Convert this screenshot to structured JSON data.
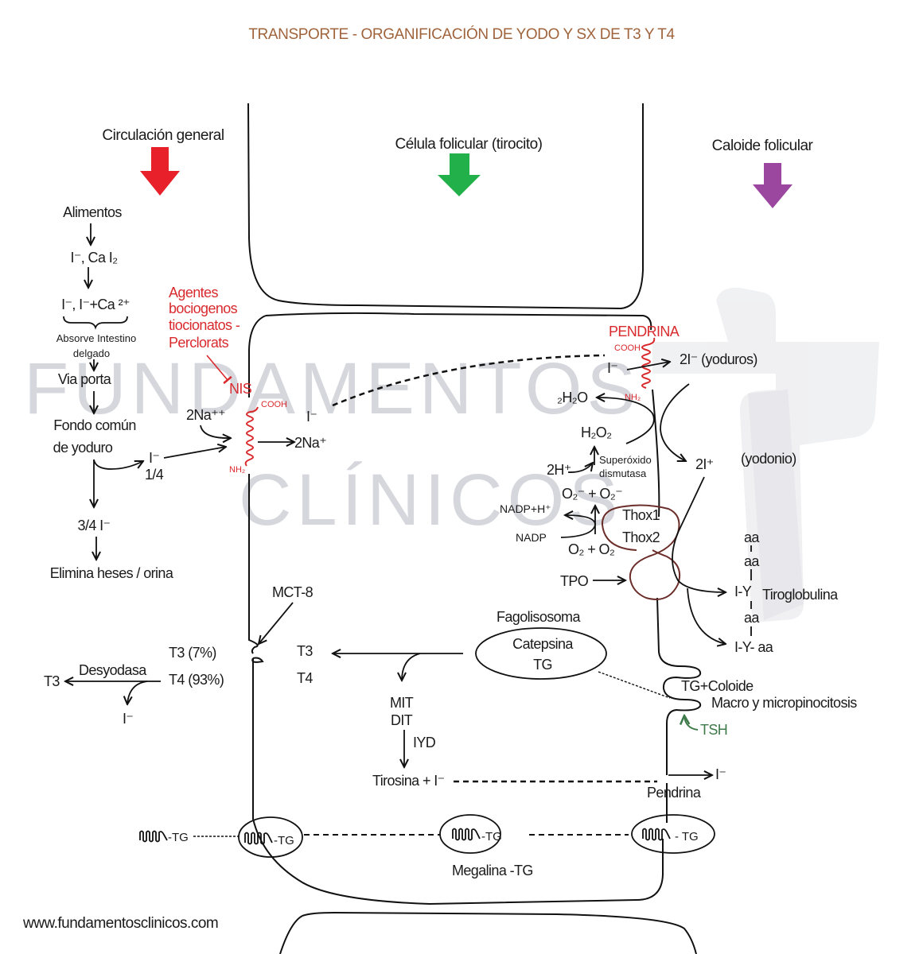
{
  "title": "TRANSPORTE - ORGANIFICACIÓN DE YODO Y SX DE T3 Y T4",
  "colors": {
    "title": "#a0643c",
    "circulacion_arrow": "#e8202a",
    "celula_arrow": "#22b04b",
    "caloide_arrow": "#9b47a0",
    "red_labels": "#d92a2e",
    "tsh": "#3f7a4a",
    "thox_outline": "#6b2e2a"
  },
  "watermark": {
    "line1": "FUNDAMENTOS",
    "line2": "CLÍNICOS"
  },
  "headers": {
    "circulacion": "Circulación general",
    "celula": "Célula folicular (tirocito)",
    "caloide": "Caloide folicular"
  },
  "circulation": {
    "alimentos": "Alimentos",
    "step1": "I⁻, Ca I₂",
    "step2": "I⁻, I⁻+Ca ²⁺",
    "absorve_line1": "Absorve Intestino",
    "absorve_line2": "delgado",
    "via_porta": "Via porta",
    "fondo_line1": "Fondo común",
    "fondo_line2": "de yoduro",
    "one_quarter_ion": "I⁻",
    "one_quarter": "1/4",
    "three_quarter": "3/4 I⁻",
    "elimina": "Elimina heses / orina"
  },
  "inhibitors": {
    "line1": "Agentes",
    "line2": "bociogenos",
    "line3": "tiocionatos -",
    "line4": "Perclorats"
  },
  "nis": {
    "label": "NIS",
    "cooh": "COOH",
    "nh2": "NH₂",
    "na_in": "2Na⁺⁺",
    "na_out": "2Na⁺",
    "iodide": "I⁻"
  },
  "pendrina_apical": {
    "label": "PENDRINA",
    "cooh": "COOH",
    "nh2": "NH₂",
    "iodide": "I⁻",
    "yoduros": "2I⁻ (yoduros)",
    "yodonio_ion": "2I⁺",
    "yodonio": "(yodonio)"
  },
  "oxidation": {
    "water": "₂H₂O",
    "h2o2": "H₂O₂",
    "h_plus": "2H⁺",
    "sod_line1": "Superóxido",
    "sod_line2": "dismutasa",
    "superoxide": "O₂⁻ + O₂⁻",
    "nadph": "NADP+H⁺",
    "nadp": "NADP",
    "oxygen": "O₂ + O₂",
    "thox1": "Thox1",
    "thox2": "Thox2",
    "tpo": "TPO"
  },
  "thyroglobulin": {
    "aa1": "aa",
    "aa2": "aa",
    "iy": "I-Y",
    "label": "Tiroglobulina",
    "aa3": "aa",
    "iyaa": "I-Y- aa"
  },
  "secretion": {
    "mct8": "MCT-8",
    "t3_pct": "T3 (7%)",
    "t4_pct": "T4 (93%)",
    "desyodasa": "Desyodasa",
    "t3_out": "T3",
    "iodide_out": "I⁻",
    "t3_cell": "T3",
    "t4_cell": "T4"
  },
  "lysosome": {
    "fagolisosoma": "Fagolisosoma",
    "catepsina": "Catepsina",
    "tg": "TG",
    "mit": "MIT",
    "dit": "DIT",
    "iyd": "IYD",
    "tirosina": "Tirosina + I⁻"
  },
  "endocytosis": {
    "tg_coloide": "TG+Coloide",
    "pinocitosis": "Macro y micropinocitosis",
    "tsh": "TSH",
    "iodide": "I⁻",
    "pendrina": "Pendrina"
  },
  "megalin": {
    "tg_free": "-TG",
    "tg_1": "-TG",
    "tg_2": "-TG",
    "tg_3": "- TG",
    "label": "Megalina -TG"
  },
  "footer": {
    "url": "www.fundamentosclinicos.com"
  }
}
